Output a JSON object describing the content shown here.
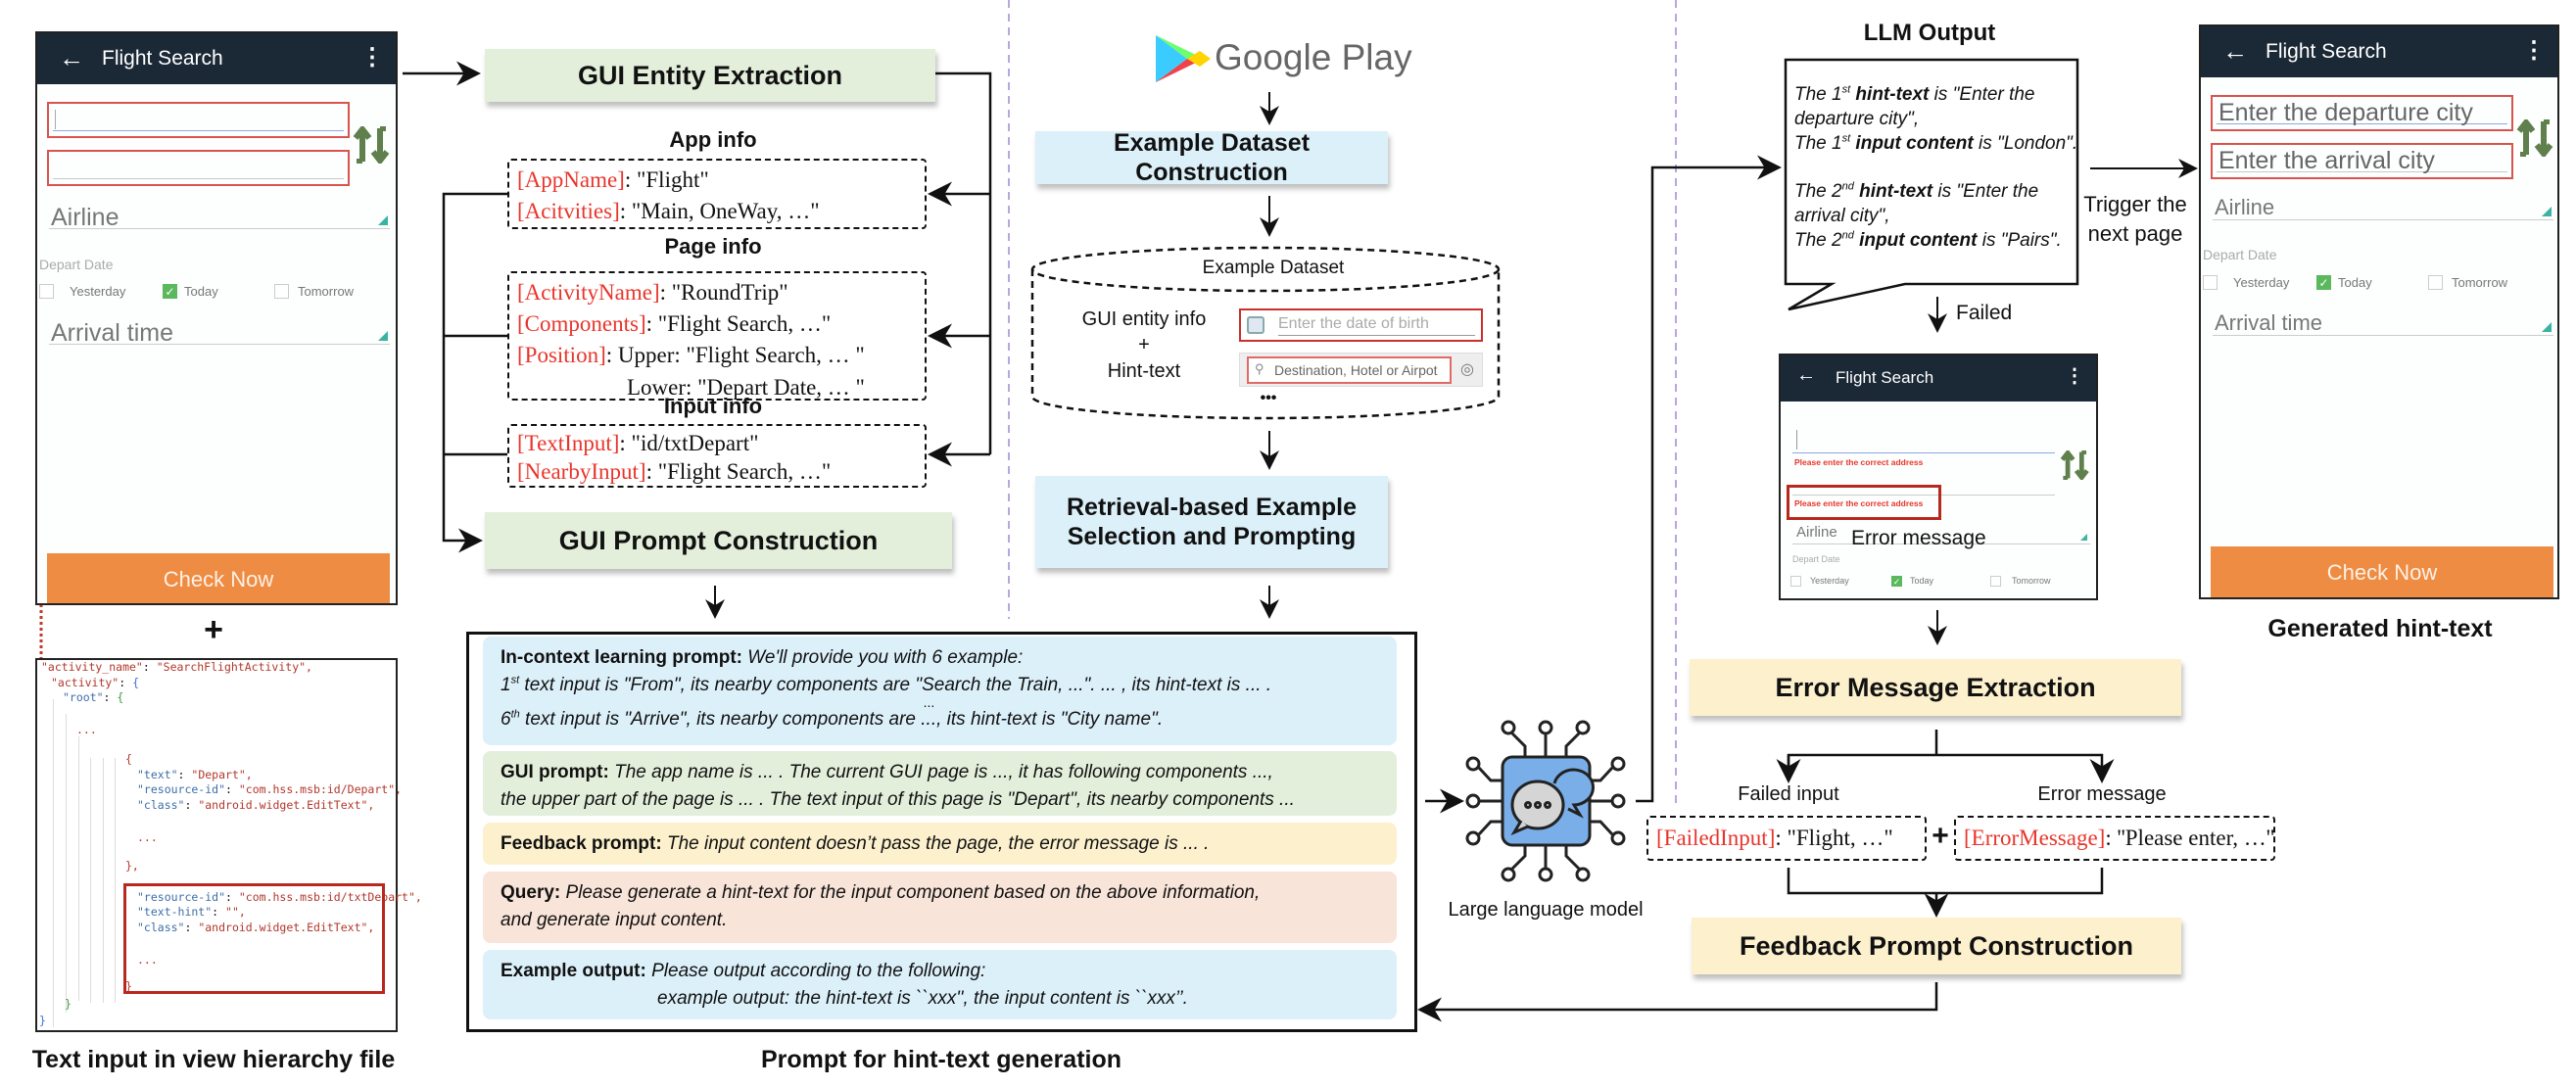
{
  "left_phone": {
    "title": "Flight Search",
    "airline": "Airline",
    "depart_date": "Depart Date",
    "options": [
      "Yesterday",
      "Today",
      "Tomorrow"
    ],
    "arrival": "Arrival time",
    "button": "Check Now"
  },
  "plus": "+",
  "code_lines": [
    {
      "k": "\"activity_name\"",
      "v": "\"SearchFlightActivity\","
    },
    {
      "k": "\"activity\"",
      "v": "{"
    },
    {
      "k": "\"root\"",
      "v": "{"
    },
    {
      "v": "..."
    },
    {
      "v": "{"
    },
    {
      "k": "\"text\"",
      "v": "\"Depart\","
    },
    {
      "k": "\"resource-id\"",
      "v": "\"com.hss.msb:id/Depart\","
    },
    {
      "k": "\"class\"",
      "v": "\"android.widget.EditText\","
    },
    {
      "v": "..."
    },
    {
      "v": "},"
    },
    {
      "k": "\"resource-id\"",
      "v": "\"com.hss.msb:id/txtDepart\","
    },
    {
      "k": "\"text-hint\"",
      "v": "\"\","
    },
    {
      "k": "\"class\"",
      "v": "\"android.widget.EditText\","
    },
    {
      "v": "..."
    },
    {
      "v": "}"
    },
    {
      "v": "}"
    },
    {
      "v": "}"
    }
  ],
  "left_caption": "Text input in view hierarchy file",
  "entity": {
    "title": "GUI Entity Extraction",
    "app_info": {
      "label": "App info",
      "rows": [
        {
          "key": "[AppName]",
          "val": ": \"Flight\""
        },
        {
          "key": "[Acitvities]",
          "val": ": \"Main, OneWay, …\""
        }
      ]
    },
    "page_info": {
      "label": "Page info",
      "rows": [
        {
          "key": "[ActivityName]",
          "val": ": \"RoundTrip\""
        },
        {
          "key": "[Components]",
          "val": ": \"Flight Search, …\""
        },
        {
          "key": "[Position]",
          "val": ": Upper: \"Flight Search, … \""
        }
      ],
      "continuation": "Lower: \"Depart Date, … \""
    },
    "input_info": {
      "label": "Input info",
      "rows": [
        {
          "key": "[TextInput]",
          "val": ": \"id/txtDepart\""
        },
        {
          "key": "[NearbyInput]",
          "val": ": \"Flight Search, …\""
        }
      ]
    }
  },
  "gui_prompt_title": "GUI Prompt Construction",
  "middle": {
    "store": "Google Play",
    "dataset_construction": "Example Dataset Construction",
    "dataset_label": "Example Dataset",
    "entity_info": "GUI entity info",
    "plus": "+",
    "hint_text": "Hint-text",
    "field1": "Enter the date of birth",
    "field2": "Destination, Hotel or Airpot",
    "more": "•••",
    "retrieval": "Retrieval-based Example Selection and Prompting"
  },
  "prompt": {
    "in_context": {
      "label": "In-context learning prompt:",
      "text": "We'll provide you with 6 example:",
      "l1_n": "1",
      "l1_sup": "st",
      "l1": " text input is \"From\", its nearby components are \"Search the Train, ...\". ... , its hint-text is ... .",
      "dots": "...",
      "l2_n": "6",
      "l2_sup": "th",
      "l2": " text input is \"Arrive\", its nearby components are ..., its hint-text is \"City name\"."
    },
    "gui": {
      "label": "GUI prompt:",
      "text": "The app name is ... . The current GUI page is  ..., it has following components ...,",
      "text2": "the upper part of the page is ... . The text input of this page is \"Depart\", its nearby components ..."
    },
    "feedback": {
      "label": "Feedback prompt:",
      "text": "The input content doesn’t pass the page, the error message is ... ."
    },
    "query": {
      "label": "Query:",
      "text": "Please generate a hint-text for the input component based on the above information,",
      "text2": "and generate input content."
    },
    "example": {
      "label": "Example output:",
      "text": "Please output according to the following:",
      "text2": "example output: the hint-text is ``xxx'', the input content is ``xxx’’."
    },
    "caption": "Prompt for hint-text generation"
  },
  "llm_label": "Large language model",
  "llm_output": {
    "title": "LLM Output",
    "lines": [
      {
        "a": "The 1",
        "sup": "st",
        "b": " hint-text",
        "c": " is \"Enter the"
      },
      {
        "a": "departure city\","
      },
      {
        "a": "The 1",
        "sup": "st",
        "b": " input content",
        "c": " is \"London\"."
      },
      {
        "a": "The 2",
        "sup": "nd",
        "b": " hint-text",
        "c": " is \"Enter the"
      },
      {
        "a": "arrival city\","
      },
      {
        "a": "The 2",
        "sup": "nd",
        "b": " input content",
        "c": " is \"Pairs\"."
      }
    ]
  },
  "failed": "Failed",
  "trigger": [
    "Trigger the",
    "next page"
  ],
  "error_phone": {
    "title": "Flight Search",
    "error": "Please enter the correct address",
    "airline": "Airline",
    "overlay": "Error message",
    "depart_date": "Depart Date",
    "options": [
      "Yesterday",
      "Today",
      "Tomorrow"
    ]
  },
  "error_extraction": "Error Message Extraction",
  "failed_input_label": "Failed input",
  "error_message_label": "Error message",
  "failed_box": {
    "key": "[FailedInput]",
    "val": ": \"Flight, …\""
  },
  "error_box": {
    "key": "[ErrorMessage]",
    "val": ": ''Please enter, …''"
  },
  "feedback_construction": "Feedback Prompt Construction",
  "right_phone": {
    "title": "Flight Search",
    "field1": "Enter the departure city",
    "field2": "Enter the arrival city",
    "airline": "Airline",
    "depart_date": "Depart Date",
    "options": [
      "Yesterday",
      "Today",
      "Tomorrow"
    ],
    "arrival": "Arrival time",
    "button": "Check Now"
  },
  "right_caption": "Generated hint-text",
  "colors": {
    "header": "#1b2836",
    "button": "#ee8c43",
    "highlight": "#d9534f",
    "key_red": "#e8352b",
    "swap_icon": "#5f7f4d",
    "separator": "#b9a6e0"
  }
}
